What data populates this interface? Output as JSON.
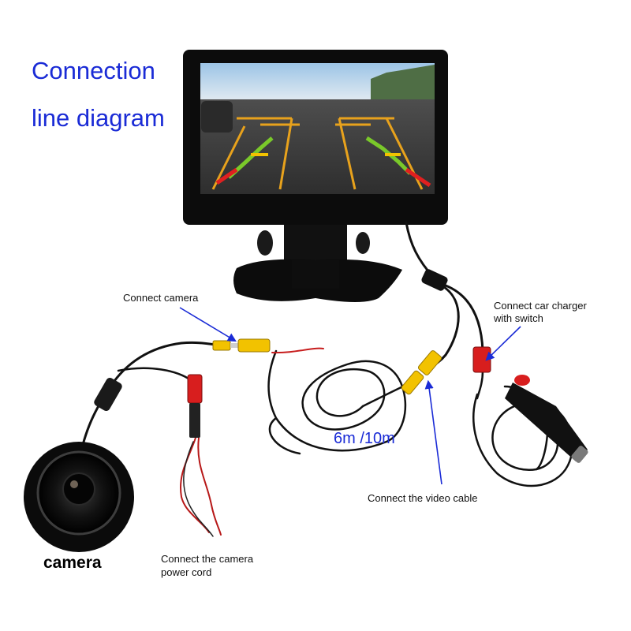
{
  "diagram": {
    "title_line1": "Connection",
    "title_line2": "line diagram",
    "labels": {
      "connect_camera": "Connect camera",
      "connect_charger_line1": "Connect car charger",
      "connect_charger_line2": "with switch",
      "cable_length": "6m /10m",
      "connect_video": "Connect the video cable",
      "connect_power_line1": "Connect the camera",
      "connect_power_line2": "power cord",
      "camera": "camera"
    }
  },
  "colors": {
    "title_blue": "#1a2bd6",
    "arrow_blue": "#1a2bd6",
    "rca_yellow": "#f2c200",
    "plug_red": "#d81e1e",
    "cable_black": "#111111"
  }
}
